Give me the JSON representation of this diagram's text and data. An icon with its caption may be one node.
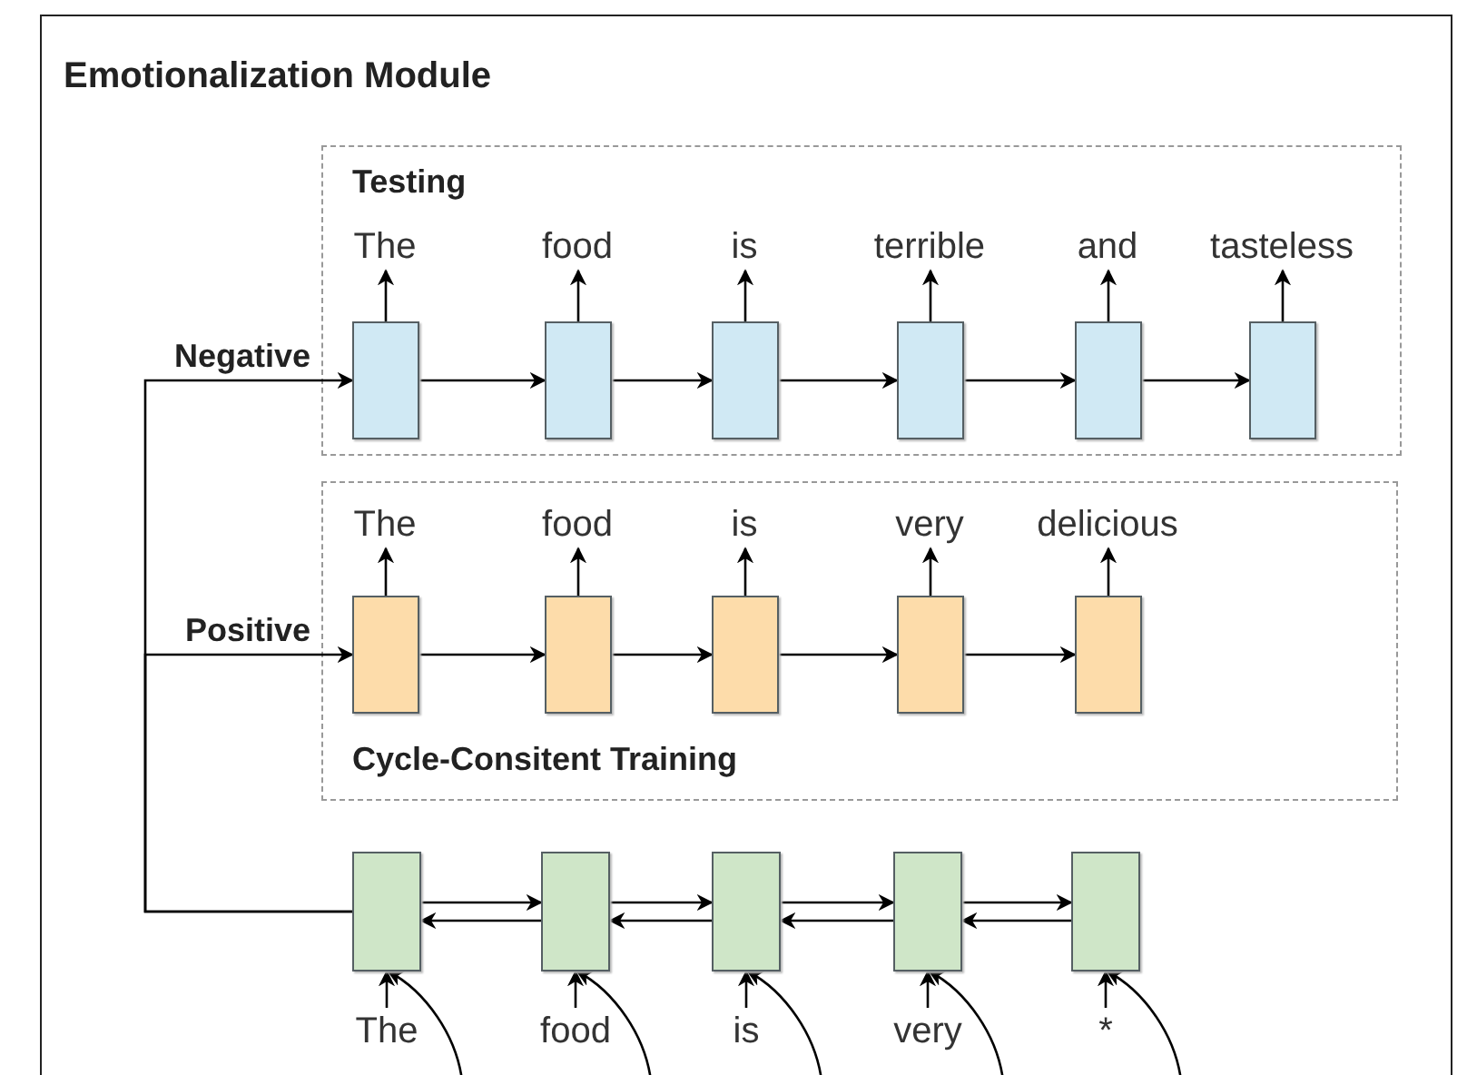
{
  "diagram": {
    "nodes": [
      {
        "text": [
          "Emotionalization Module"
        ]
      },
      {
        "text": [
          "Testing"
        ],
        "in": 0
      },
      {
        "text": [
          "Cycle-Consitent Training"
        ],
        "in": 0
      },
      {
        "text": [],
        "shape": "box",
        "in": 1
      },
      {
        "text": [],
        "shape": "box",
        "in": 1
      },
      {
        "text": [],
        "shape": "box",
        "in": 1
      },
      {
        "text": [],
        "shape": "box",
        "in": 1
      },
      {
        "text": [],
        "shape": "box",
        "in": 1
      },
      {
        "text": [],
        "shape": "box",
        "in": 1
      },
      {
        "text": [
          "The"
        ],
        "in": 1
      },
      {
        "text": [
          "food"
        ],
        "in": 1
      },
      {
        "text": [
          "is"
        ],
        "in": 1
      },
      {
        "text": [
          "terrible"
        ],
        "in": 1
      },
      {
        "text": [
          "and"
        ],
        "in": 1
      },
      {
        "text": [
          "tasteless"
        ],
        "in": 1
      },
      {
        "text": [],
        "shape": "box",
        "in": 2
      },
      {
        "text": [],
        "shape": "box",
        "in": 2
      },
      {
        "text": [],
        "shape": "box",
        "in": 2
      },
      {
        "text": [],
        "shape": "box",
        "in": 2
      },
      {
        "text": [],
        "shape": "box",
        "in": 2
      },
      {
        "text": [
          "The"
        ],
        "in": 2
      },
      {
        "text": [
          "food"
        ],
        "in": 2
      },
      {
        "text": [
          "is"
        ],
        "in": 2
      },
      {
        "text": [
          "very"
        ],
        "in": 2
      },
      {
        "text": [
          "delicious"
        ],
        "in": 2
      },
      {
        "text": [],
        "shape": "box",
        "in": 0
      },
      {
        "text": [],
        "shape": "box",
        "in": 0
      },
      {
        "text": [],
        "shape": "box",
        "in": 0
      },
      {
        "text": [],
        "shape": "box",
        "in": 0
      },
      {
        "text": [],
        "shape": "box",
        "in": 0
      },
      {
        "text": [
          "The"
        ],
        "in": 0
      },
      {
        "text": [
          "food"
        ],
        "in": 0
      },
      {
        "text": [
          "is"
        ],
        "in": 0
      },
      {
        "text": [
          "very"
        ],
        "in": 0
      },
      {
        "text": [
          "*"
        ],
        "in": 0
      }
    ],
    "edges": [
      {
        "from": 3,
        "to": 4,
        "arrow": "to"
      },
      {
        "from": 4,
        "to": 5,
        "arrow": "to"
      },
      {
        "from": 5,
        "to": 6,
        "arrow": "to"
      },
      {
        "from": 6,
        "to": 7,
        "arrow": "to"
      },
      {
        "from": 7,
        "to": 8,
        "arrow": "to"
      },
      {
        "from": 3,
        "to": 9,
        "arrow": "to"
      },
      {
        "from": 4,
        "to": 10,
        "arrow": "to"
      },
      {
        "from": 5,
        "to": 11,
        "arrow": "to"
      },
      {
        "from": 6,
        "to": 12,
        "arrow": "to"
      },
      {
        "from": 7,
        "to": 13,
        "arrow": "to"
      },
      {
        "from": 8,
        "to": 14,
        "arrow": "to"
      },
      {
        "from": 15,
        "to": 16,
        "arrow": "to"
      },
      {
        "from": 16,
        "to": 17,
        "arrow": "to"
      },
      {
        "from": 17,
        "to": 18,
        "arrow": "to"
      },
      {
        "from": 18,
        "to": 19,
        "arrow": "to"
      },
      {
        "from": 15,
        "to": 20,
        "arrow": "to"
      },
      {
        "from": 16,
        "to": 21,
        "arrow": "to"
      },
      {
        "from": 17,
        "to": 22,
        "arrow": "to"
      },
      {
        "from": 18,
        "to": 23,
        "arrow": "to"
      },
      {
        "from": 19,
        "to": 24,
        "arrow": "to"
      },
      {
        "from": 25,
        "to": 26,
        "arrow": "to"
      },
      {
        "from": 26,
        "to": 27,
        "arrow": "to"
      },
      {
        "from": 27,
        "to": 28,
        "arrow": "to"
      },
      {
        "from": 28,
        "to": 29,
        "arrow": "to"
      },
      {
        "from": 26,
        "to": 25,
        "arrow": "to"
      },
      {
        "from": 27,
        "to": 26,
        "arrow": "to"
      },
      {
        "from": 28,
        "to": 27,
        "arrow": "to"
      },
      {
        "from": 29,
        "to": 28,
        "arrow": "to"
      },
      {
        "from": 30,
        "to": 25,
        "arrow": "to"
      },
      {
        "from": 31,
        "to": 26,
        "arrow": "to"
      },
      {
        "from": 32,
        "to": 27,
        "arrow": "to"
      },
      {
        "from": 33,
        "to": 28,
        "arrow": "to"
      },
      {
        "from": 34,
        "to": 29,
        "arrow": "to"
      },
      {
        "from": null,
        "to": 25,
        "arrow": "to"
      },
      {
        "from": null,
        "to": 26,
        "arrow": "to"
      },
      {
        "from": null,
        "to": 27,
        "arrow": "to"
      },
      {
        "from": null,
        "to": 28,
        "arrow": "to"
      },
      {
        "from": null,
        "to": 29,
        "arrow": "to"
      },
      {
        "from": 25,
        "to": 3,
        "arrow": "to",
        "label": "Negative"
      },
      {
        "from": 25,
        "to": 15,
        "arrow": "to",
        "label": "Positive"
      }
    ]
  }
}
